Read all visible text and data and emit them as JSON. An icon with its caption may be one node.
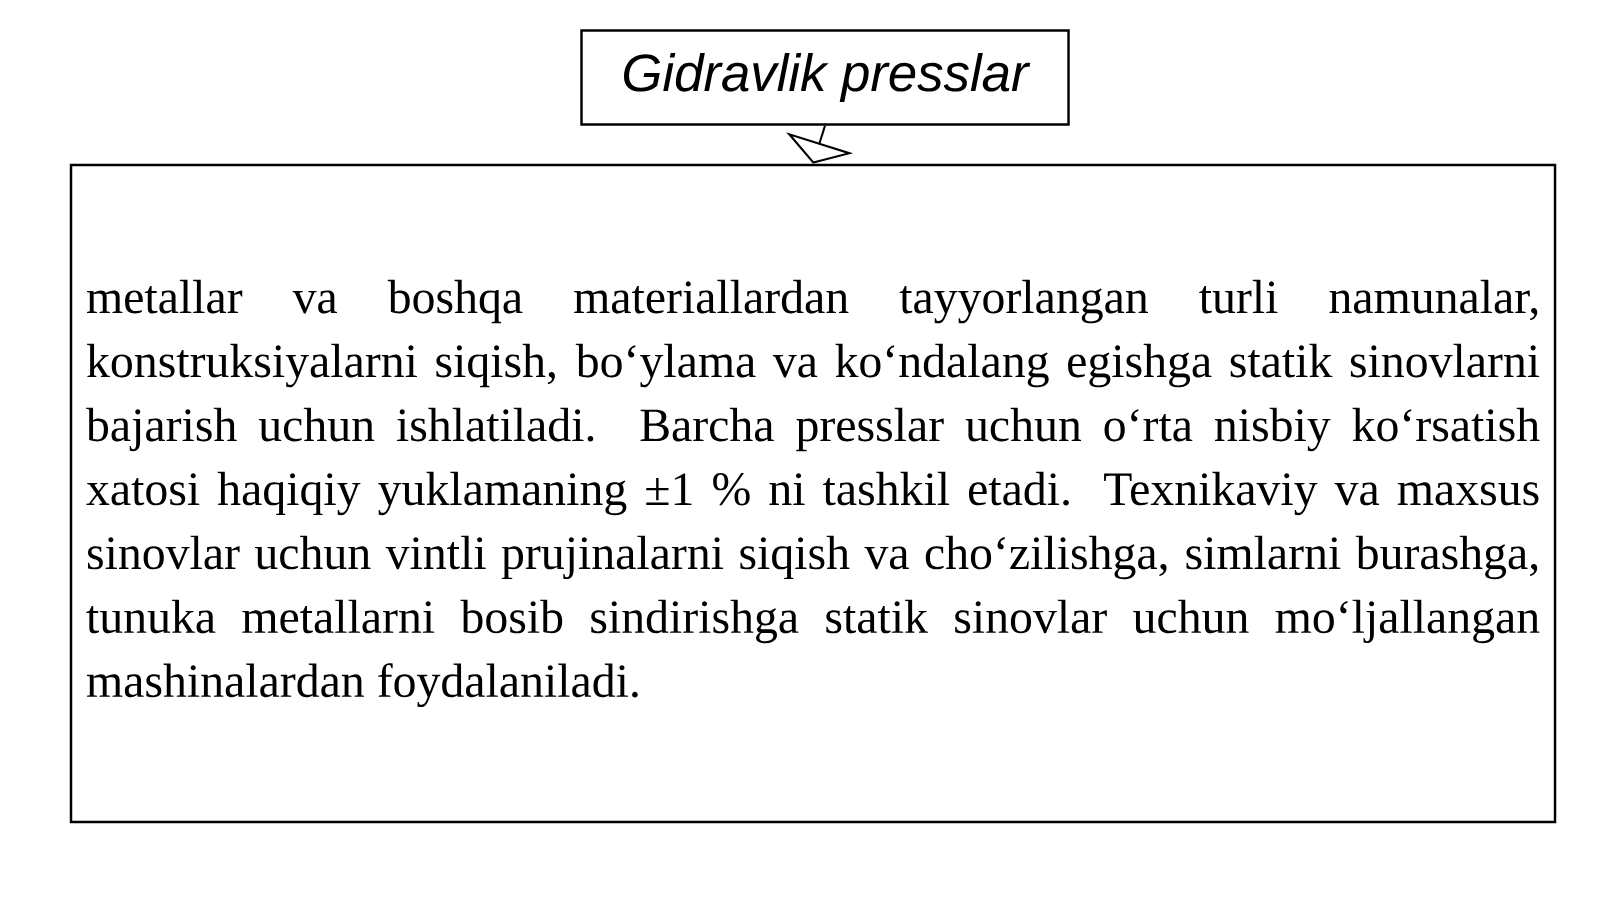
{
  "diagram": {
    "nodes": [
      {
        "text": [
          "Gidravlik presslar"
        ]
      },
      {
        "text": [
          "metallar va boshqa materiallardan tayyorlangan turli namunalar, konstruksiyalarni siqish, bo‘ylama va ko‘ndalang egishga statik sinovlarni bajarish uchun ishlatiladi. Barcha presslar uchun o‘rta nisbiy ko‘rsatish xatosi haqiqiy yuklamaning ±1 % ni tashkil etadi. Texnikaviy va maxsus sinovlar uchun vintli prujinalarni siqish va cho‘zilishga, simlarni burashga, tunuka metallarni bosib sindirishga statik sinovlar uchun mo‘ljallangan mashinalardan foydalaniladi."
        ]
      }
    ],
    "edges": [
      {
        "from": 0,
        "to": 1,
        "arrow": "to"
      }
    ]
  }
}
